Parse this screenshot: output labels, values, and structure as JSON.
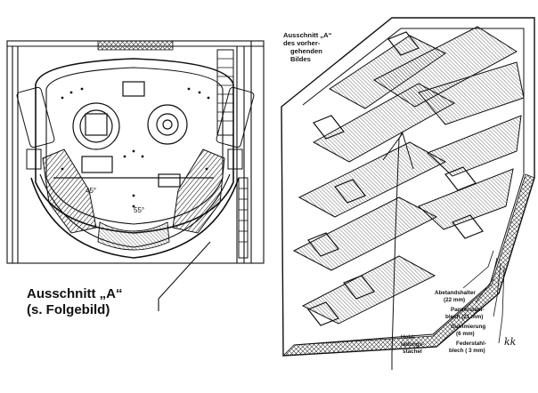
{
  "left_view": {
    "callout_title": "Ausschnitt „A“",
    "callout_note": "(s. Folgebild)",
    "marks": [
      "45°",
      "55°"
    ]
  },
  "right_view": {
    "caption_lines": [
      "Ausschnitt „A“",
      "des vorher-",
      "gehenden",
      "Bildes"
    ],
    "layers": [
      {
        "name": "Abetandshalter",
        "thickness": "(22 mm)"
      },
      {
        "name": "Panzerstahl-",
        "thickness": "blech (21 mm)"
      },
      {
        "name": "Gummierung",
        "thickness": "(6 mm)"
      },
      {
        "name": "Federstahl-",
        "thickness": "blech ( 3 mm)"
      }
    ],
    "charge_label": [
      "Hohl-",
      "ladungs-",
      "stachel"
    ],
    "signature": "kk"
  }
}
